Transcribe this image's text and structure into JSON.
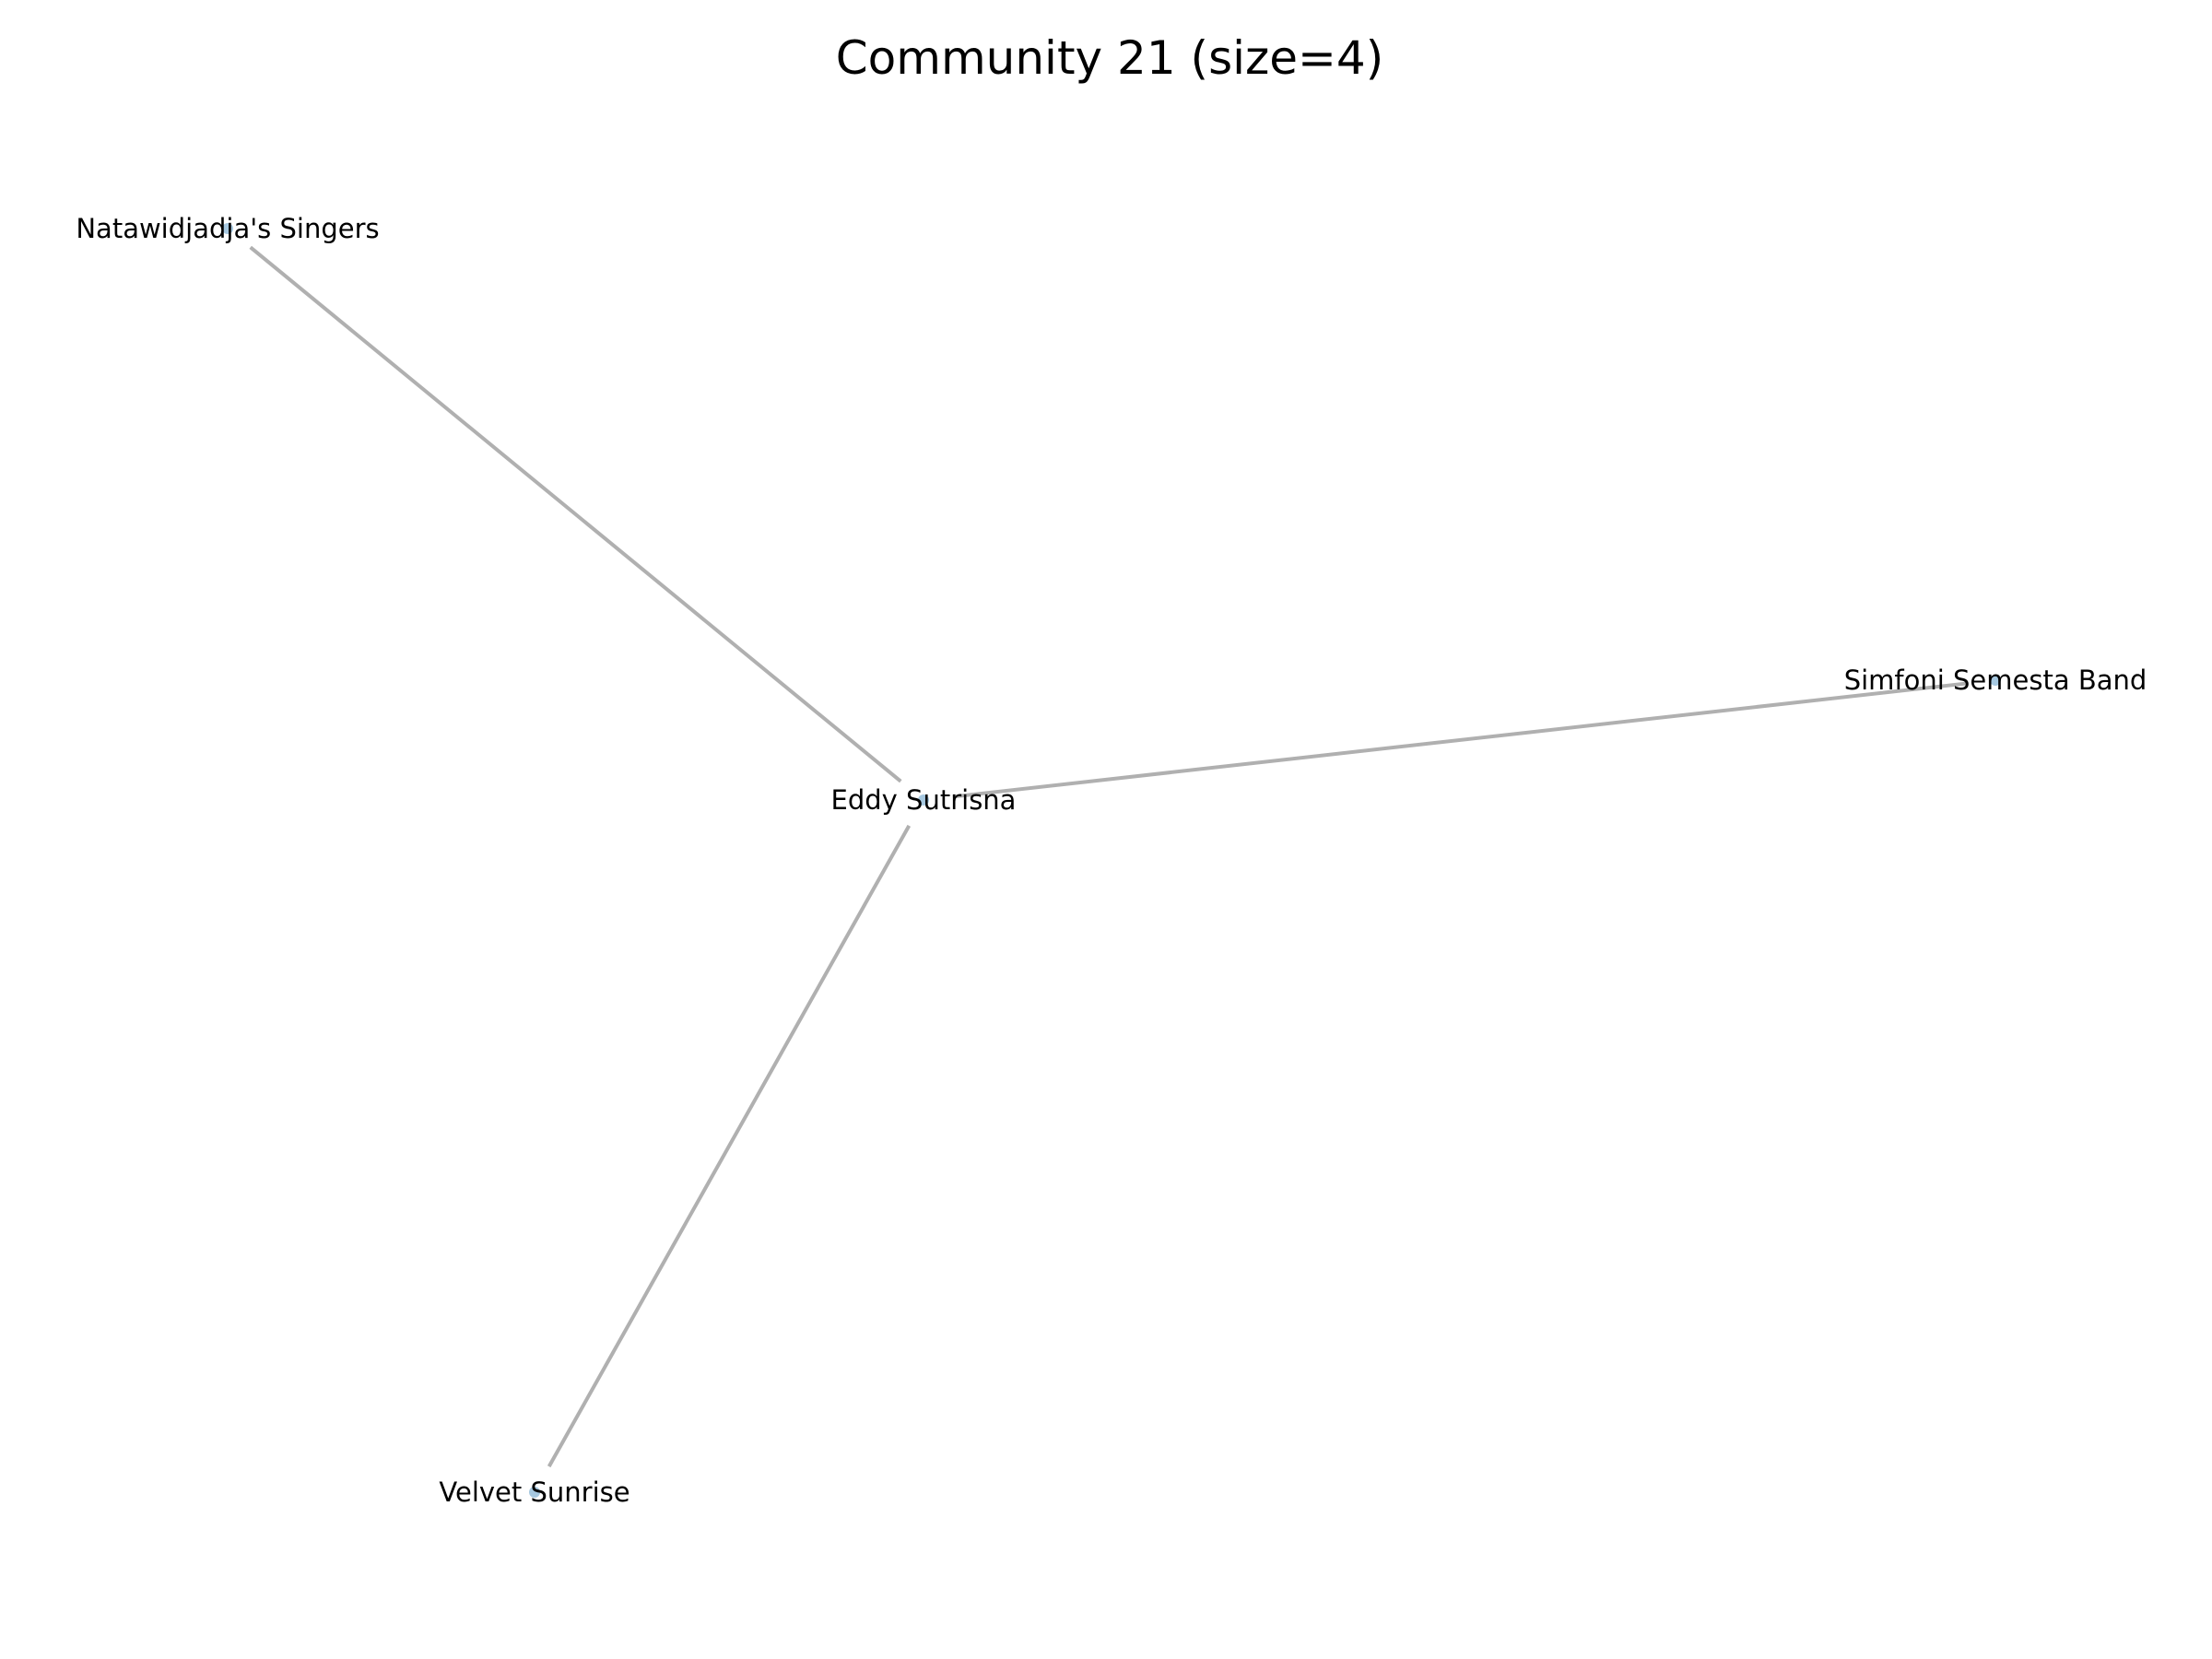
{
  "title": "Community 21 (size=4)",
  "colors": {
    "edge": "#b0b0b0",
    "node": "#a6c8e0",
    "text": "#000000",
    "background": "#ffffff"
  },
  "nodes": [
    {
      "id": "eddy",
      "label": "Eddy Sutrisna"
    },
    {
      "id": "natawidjadja",
      "label": "Natawidjadja's Singers"
    },
    {
      "id": "simfoni",
      "label": "Simfoni Semesta Band"
    },
    {
      "id": "velvet",
      "label": "Velvet Sunrise"
    }
  ],
  "edges": [
    {
      "source": "eddy",
      "target": "natawidjadja"
    },
    {
      "source": "eddy",
      "target": "simfoni"
    },
    {
      "source": "eddy",
      "target": "velvet"
    }
  ]
}
